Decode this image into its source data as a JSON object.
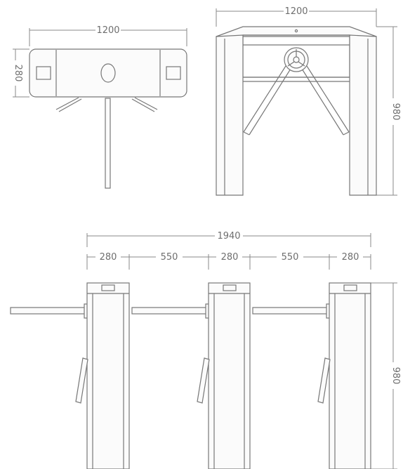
{
  "top_view": {
    "width_label": "1200",
    "depth_label": "280"
  },
  "front_view": {
    "width_label": "1200",
    "height_label": "980"
  },
  "side_view": {
    "total_label": "1940",
    "segments": [
      "280",
      "550",
      "280",
      "550",
      "280"
    ],
    "height_label": "980"
  },
  "colors": {
    "line": "#777777",
    "text": "#6e6e6e",
    "background": "#ffffff"
  }
}
